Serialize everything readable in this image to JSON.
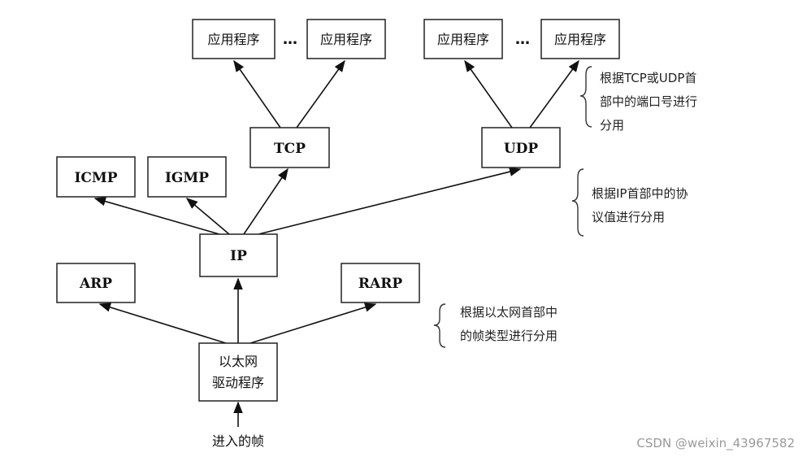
{
  "nodes": {
    "app1": "应用程序",
    "app2": "应用程序",
    "app3": "应用程序",
    "app4": "应用程序",
    "tcp": "TCP",
    "udp": "UDP",
    "icmp": "ICMP",
    "igmp": "IGMP",
    "ip": "IP",
    "arp": "ARP",
    "rarp": "RARP",
    "driver_line1": "以太网",
    "driver_line2": "驱动程序"
  },
  "ellipsis": "…",
  "input_label": "进入的帧",
  "notes": {
    "transport": [
      "根据TCP或UDP首",
      "部中的端口号进行",
      "分用"
    ],
    "ip": [
      "根据IP首部中的协",
      "议值进行分用"
    ],
    "ethernet": [
      "根据以太网首部中",
      "的帧类型进行分用"
    ]
  },
  "watermark": "CSDN @weixin_43967582"
}
